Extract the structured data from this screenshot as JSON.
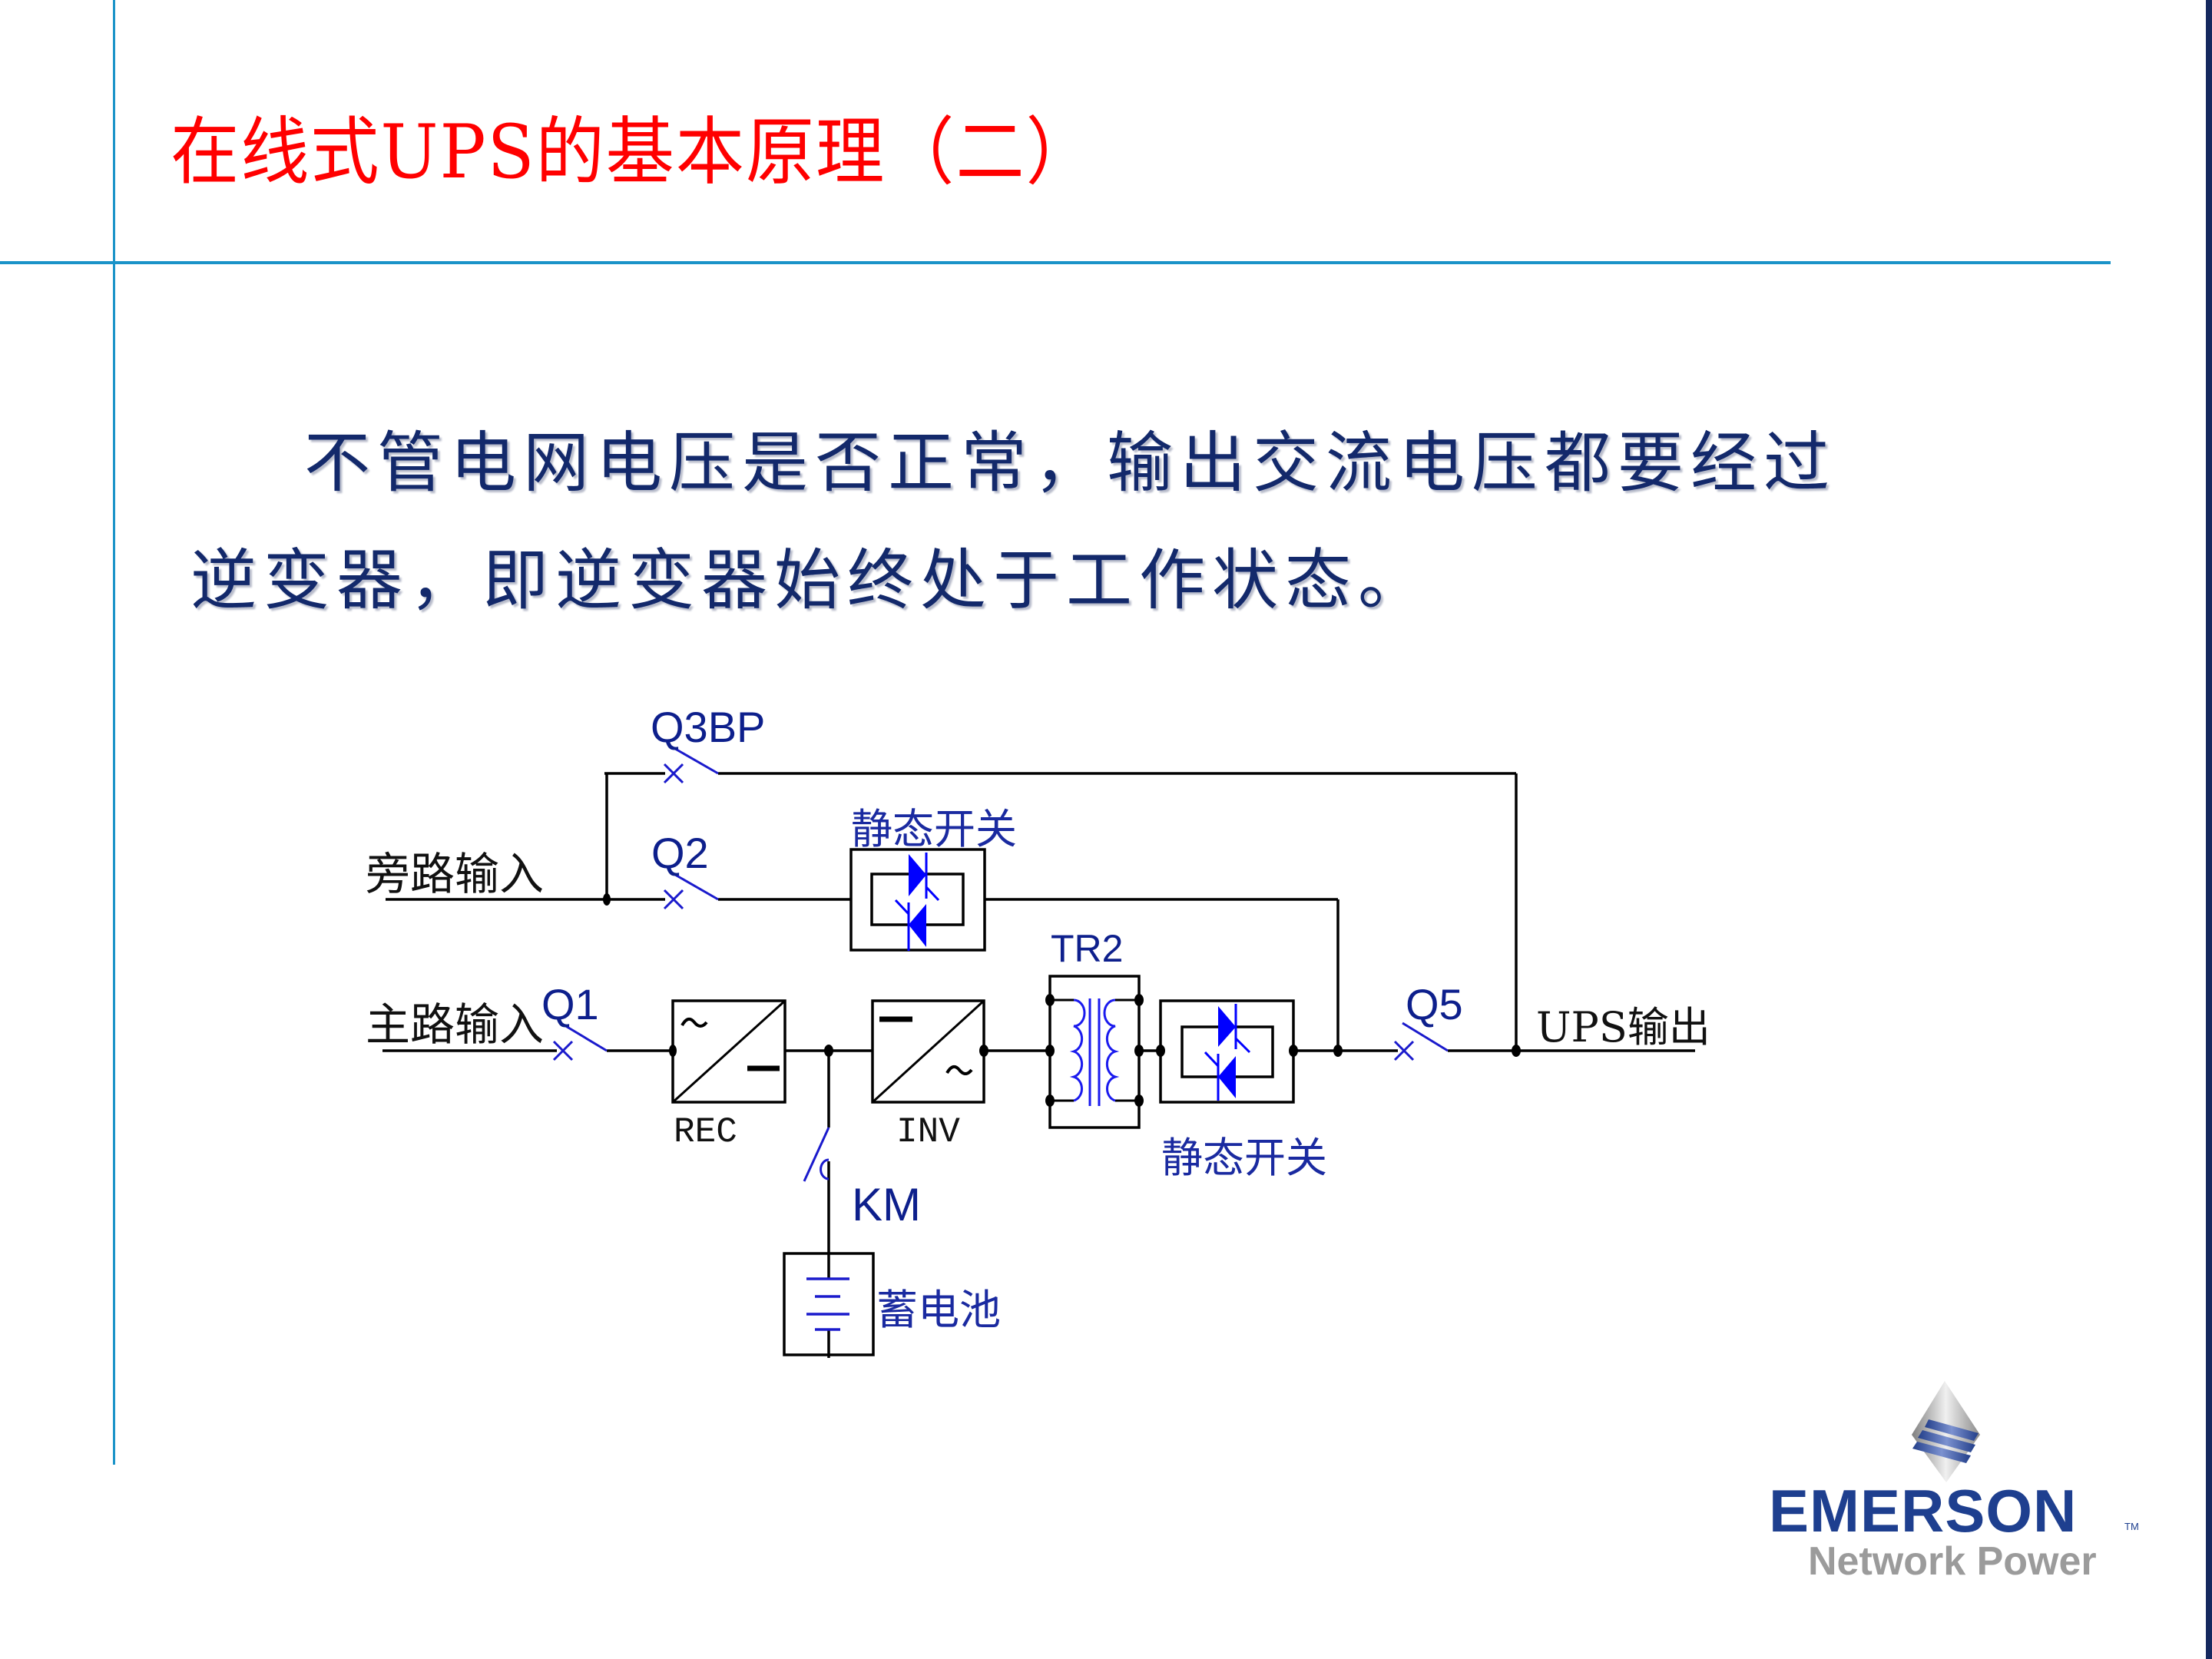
{
  "slide": {
    "title": "在线式UPS的基本原理（二）",
    "paragraph": {
      "line1": "不管电网电压是否正常，输出交流电压都要经过",
      "line2": "逆变器，即逆变器始终处于工作状态。"
    },
    "colors": {
      "title": "#ff0000",
      "body_text": "#13296b",
      "accent_line": "#1a93c8",
      "right_bar": "#15285e",
      "component_blue": "#0000ff"
    }
  },
  "diagram": {
    "labels": {
      "bypass_input": "旁路输入",
      "main_input": "主路输入",
      "ups_output": "UPS输出",
      "q3bp": "Q3BP",
      "q2": "Q2",
      "q1": "Q1",
      "q5": "Q5",
      "tr2": "TR2",
      "km": "KM",
      "rec": "REC",
      "inv": "INV",
      "static_switch_bypass": "静态开关",
      "static_switch_inverter": "静态开关",
      "battery": "蓄电池"
    },
    "symbols": {
      "rec_ac": "~",
      "rec_dc": "—",
      "inv_dc": "—",
      "inv_ac": "~"
    }
  },
  "logo": {
    "brand": "EMERSON",
    "trademark": "TM",
    "subtitle": "Network Power"
  }
}
